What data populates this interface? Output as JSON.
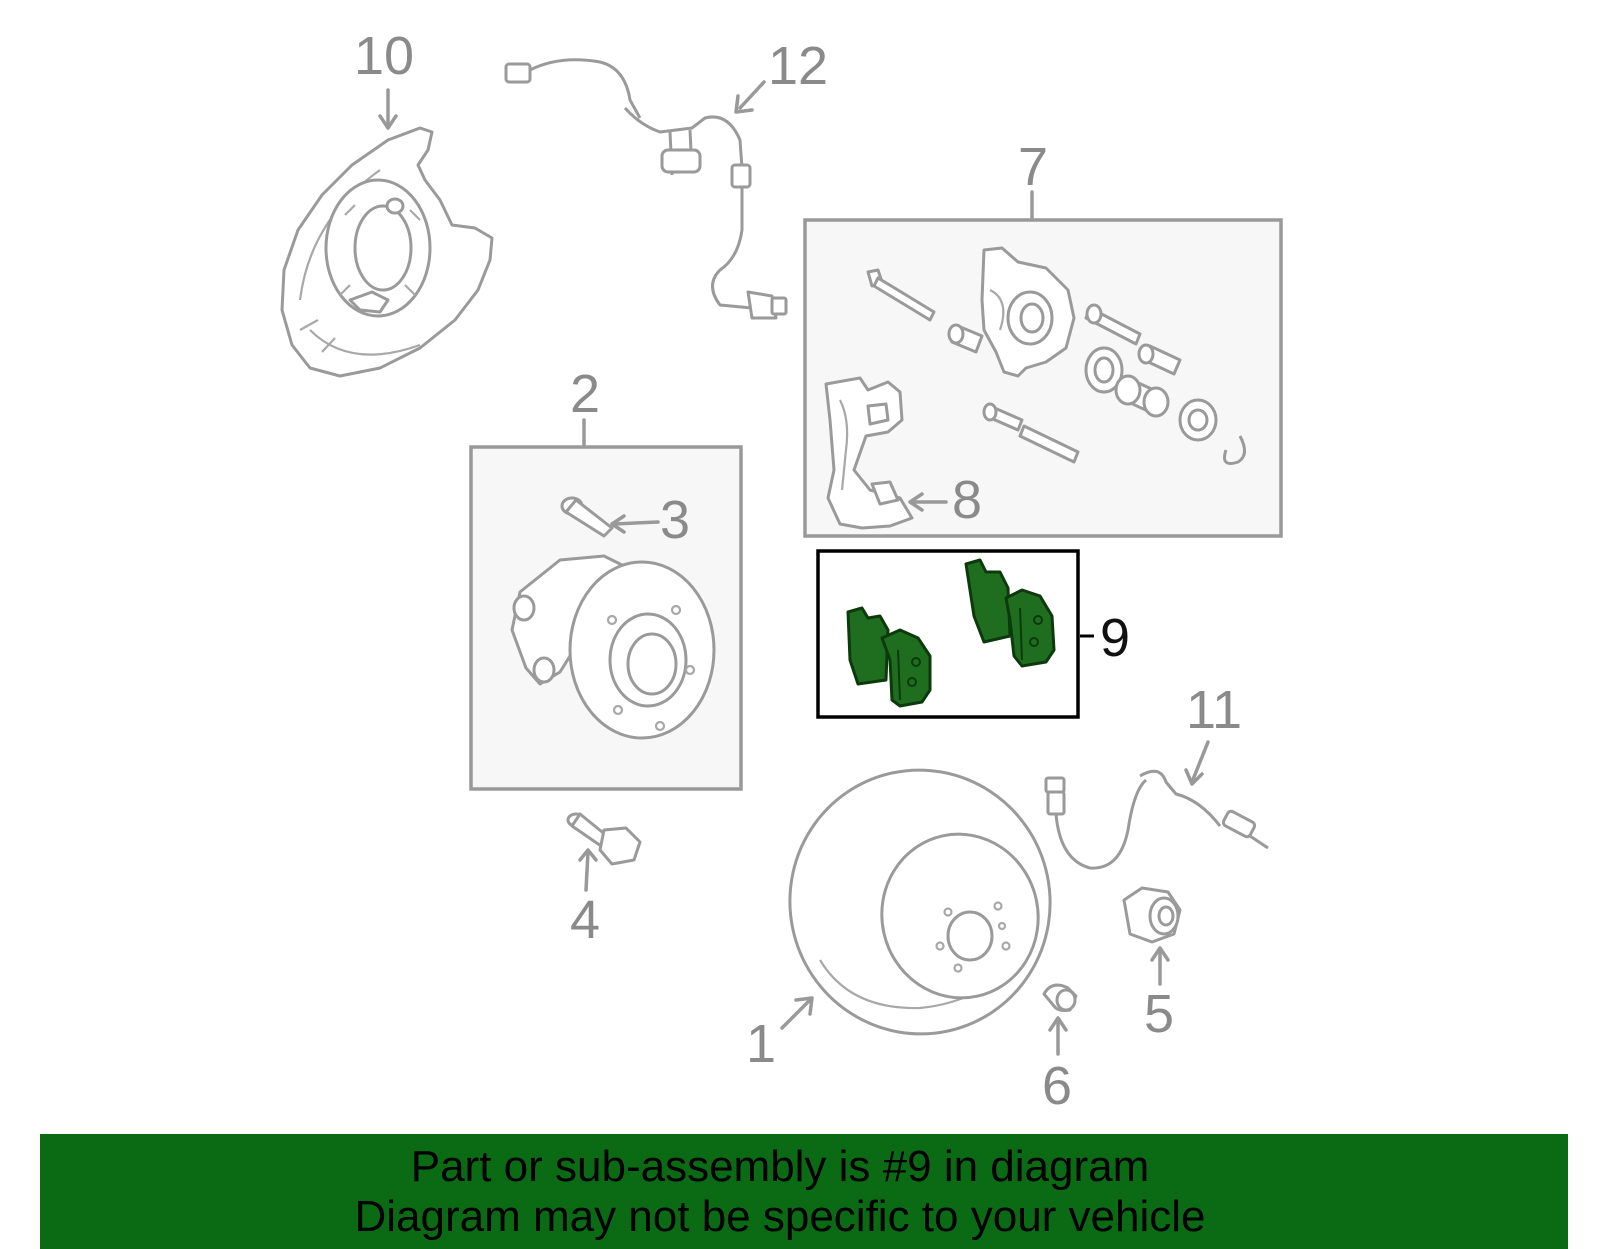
{
  "callouts": [
    {
      "id": "1",
      "label": "1",
      "highlighted": false
    },
    {
      "id": "2",
      "label": "2",
      "highlighted": false
    },
    {
      "id": "3",
      "label": "3",
      "highlighted": false
    },
    {
      "id": "4",
      "label": "4",
      "highlighted": false
    },
    {
      "id": "5",
      "label": "5",
      "highlighted": false
    },
    {
      "id": "6",
      "label": "6",
      "highlighted": false
    },
    {
      "id": "7",
      "label": "7",
      "highlighted": false
    },
    {
      "id": "8",
      "label": "8",
      "highlighted": false
    },
    {
      "id": "9",
      "label": "9",
      "highlighted": true
    },
    {
      "id": "10",
      "label": "10",
      "highlighted": false
    },
    {
      "id": "11",
      "label": "11",
      "highlighted": false
    },
    {
      "id": "12",
      "label": "12",
      "highlighted": false
    }
  ],
  "banner": {
    "line1": "Part or sub-assembly is #9 in diagram",
    "line2": "Diagram may not be specific to your vehicle"
  },
  "colors": {
    "banner_background": "#0b6b14",
    "highlight_part": "#1f6e1f",
    "part_outline": "#9a9a9a",
    "callout_text": "#8a8a8a",
    "highlight_text": "#111111"
  }
}
